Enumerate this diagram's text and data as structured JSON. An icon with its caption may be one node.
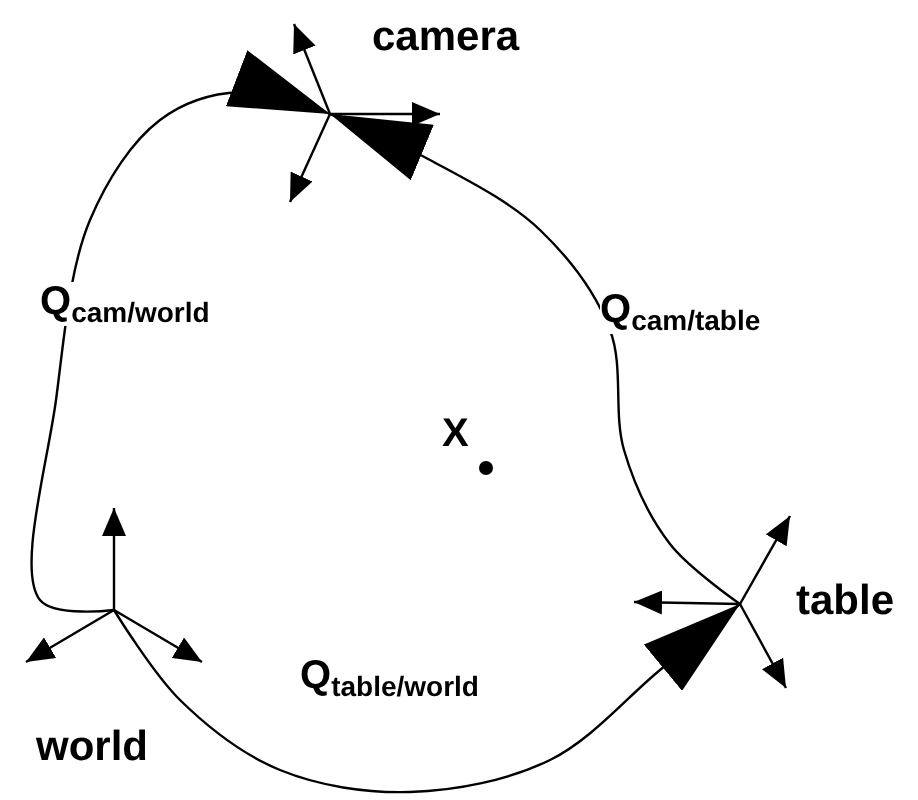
{
  "diagram": {
    "nodes": [
      {
        "text": [
          "camera"
        ]
      },
      {
        "text": [
          "table"
        ]
      },
      {
        "text": [
          "world"
        ]
      }
    ],
    "edges": [
      {
        "from": 2,
        "to": 0,
        "arrow": "to",
        "label": "Q$_{cam/world}$"
      },
      {
        "from": 1,
        "to": 0,
        "arrow": "to",
        "label": "Q$_{cam/table}$"
      },
      {
        "from": 2,
        "to": 1,
        "arrow": "to",
        "label": "Q$_{table/world}$"
      }
    ],
    "labels": [
      "X"
    ]
  }
}
